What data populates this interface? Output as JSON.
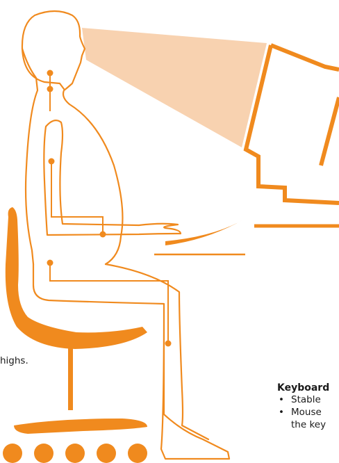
{
  "colors": {
    "accent": "#f08a1e",
    "sight_cone": "#f8d2b0",
    "text": "#1a1a1a"
  },
  "icons": [
    "ergonomic-figure-illustration",
    "monitor-icon",
    "chair-icon",
    "keyboard-icon"
  ],
  "captions": {
    "left_fragment": "highs.",
    "keyboard_title": "Keyboard",
    "keyboard_bullets": [
      {
        "marker": "•",
        "text": "Stable"
      },
      {
        "marker": "•",
        "text": "Mouse"
      }
    ],
    "keyboard_bullet_continuation": "the key"
  }
}
